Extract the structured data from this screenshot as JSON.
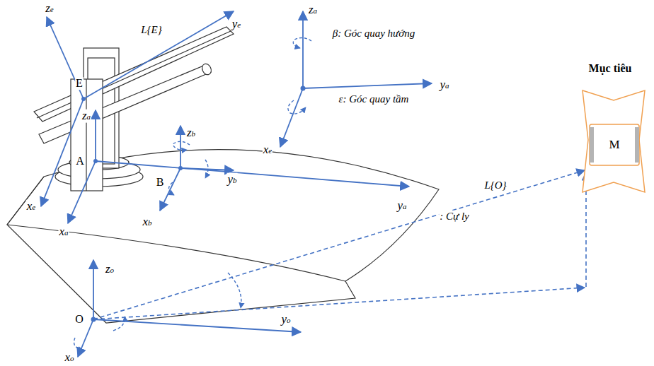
{
  "diagram": {
    "nodes": [
      {
        "text": [
          "Mục tiêu",
          "M"
        ]
      }
    ],
    "labels": [
      "ze",
      "ye",
      "L{E}",
      "za",
      "β: Góc quay hướng",
      "ya",
      "E",
      "zb",
      "za",
      "ε: Góc quay tầm",
      "xe",
      "A",
      "yb",
      "B",
      "ya",
      "xe",
      "xb",
      "xa",
      "L{O}",
      ": Cự ly",
      "zo",
      "O",
      "yo",
      "xo"
    ]
  }
}
